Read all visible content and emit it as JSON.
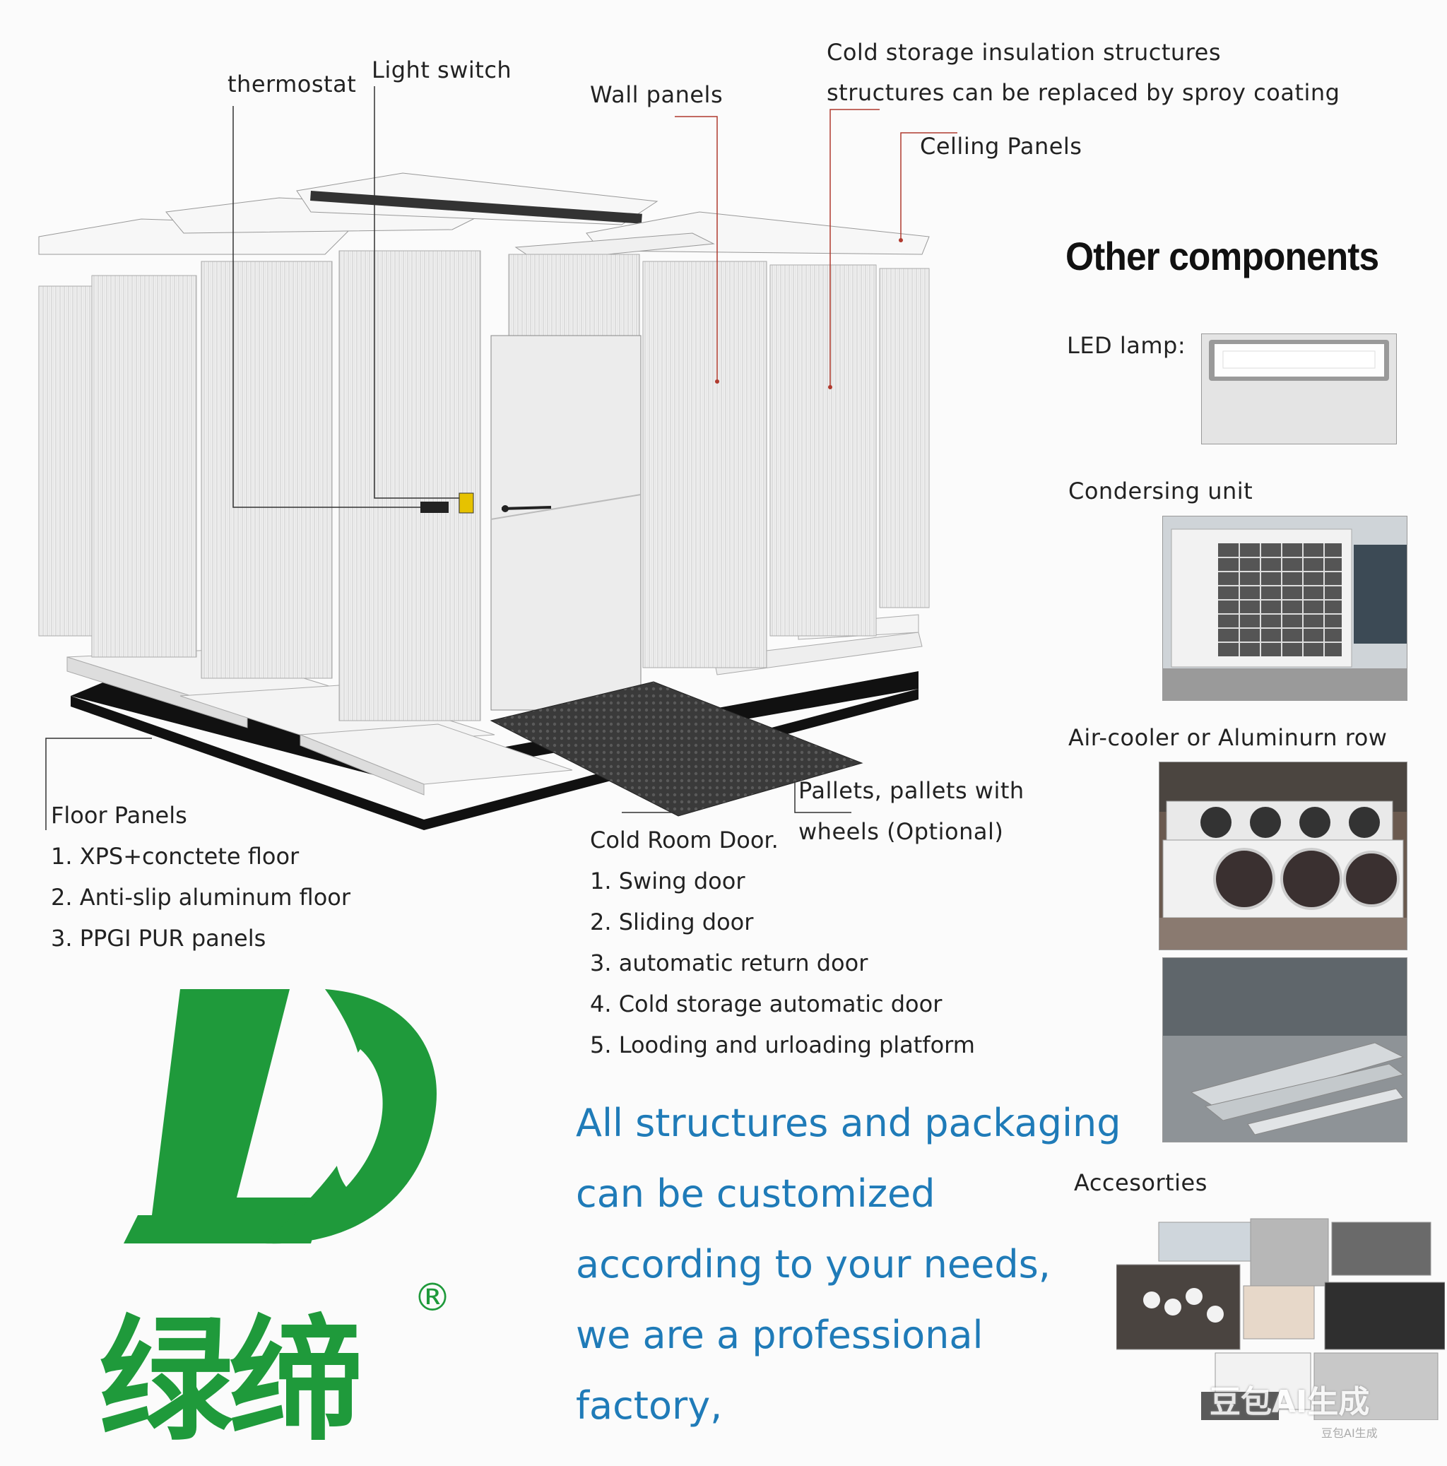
{
  "labels": {
    "thermostat": "thermostat",
    "light_switch": "Light switch",
    "wall_panels": "Wall panels",
    "insulation_line1": "Cold storage insulation structures",
    "insulation_line2": "structures can be replaced by sproy coating",
    "ceiling_panels": "Celling Panels",
    "pallets_line1": "Pallets, pallets with",
    "pallets_line2": "wheels  (Optional)"
  },
  "floor_panels": {
    "title": "Floor Panels",
    "items": [
      "1. XPS+conctete floor",
      "2. Anti-slip aluminum floor",
      "3. PPGI PUR panels"
    ]
  },
  "cold_room_door": {
    "title": "Cold Room Door.",
    "items": [
      "1. Swing door",
      "2. Sliding door",
      "3. automatic return door",
      "4. Cold storage automatic door",
      "5. Looding and urloading platform"
    ]
  },
  "other_components": {
    "heading": "Other components",
    "led_lamp": "LED lamp:",
    "condensing_unit": "Condersing unit",
    "air_cooler": "Air-cooler or Aluminurn row",
    "accessories": "Accesorties"
  },
  "slogan": [
    "All structures and packaging",
    "can be customized",
    "according to your needs,",
    "we are a professional",
    "factory,"
  ],
  "brand": {
    "logo_letters": "LD",
    "name_cn": "绿缔",
    "registered": "®",
    "color": "#1f9a3b"
  },
  "watermark": {
    "main": "豆包AI生成",
    "small": "豆包AI生成"
  },
  "colors": {
    "slogan": "#1f7bb8",
    "brand_green": "#1f9a3b",
    "leader_line_red": "#c0392b"
  }
}
